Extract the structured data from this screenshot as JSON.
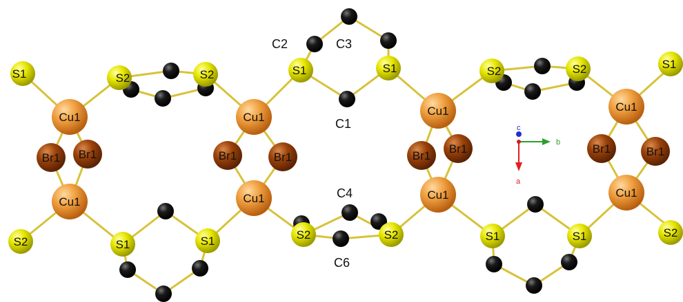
{
  "labels": {
    "S1": "S1",
    "S2": "S2",
    "Cu1": "Cu1",
    "Br1": "Br1",
    "C1": "C1",
    "C2": "C2",
    "C3": "C3",
    "C4": "C4",
    "C6": "C6"
  },
  "axes": {
    "a": "a",
    "b": "b",
    "c": "c"
  },
  "colors": {
    "copper": "#e7922f",
    "bromine": "#9b420a",
    "sulfur": "#e0e000",
    "carbon": "#111111",
    "bond": "#d7c23a",
    "axis_a": "#e02020",
    "axis_b": "#2aa02a",
    "axis_c": "#2030d0"
  }
}
